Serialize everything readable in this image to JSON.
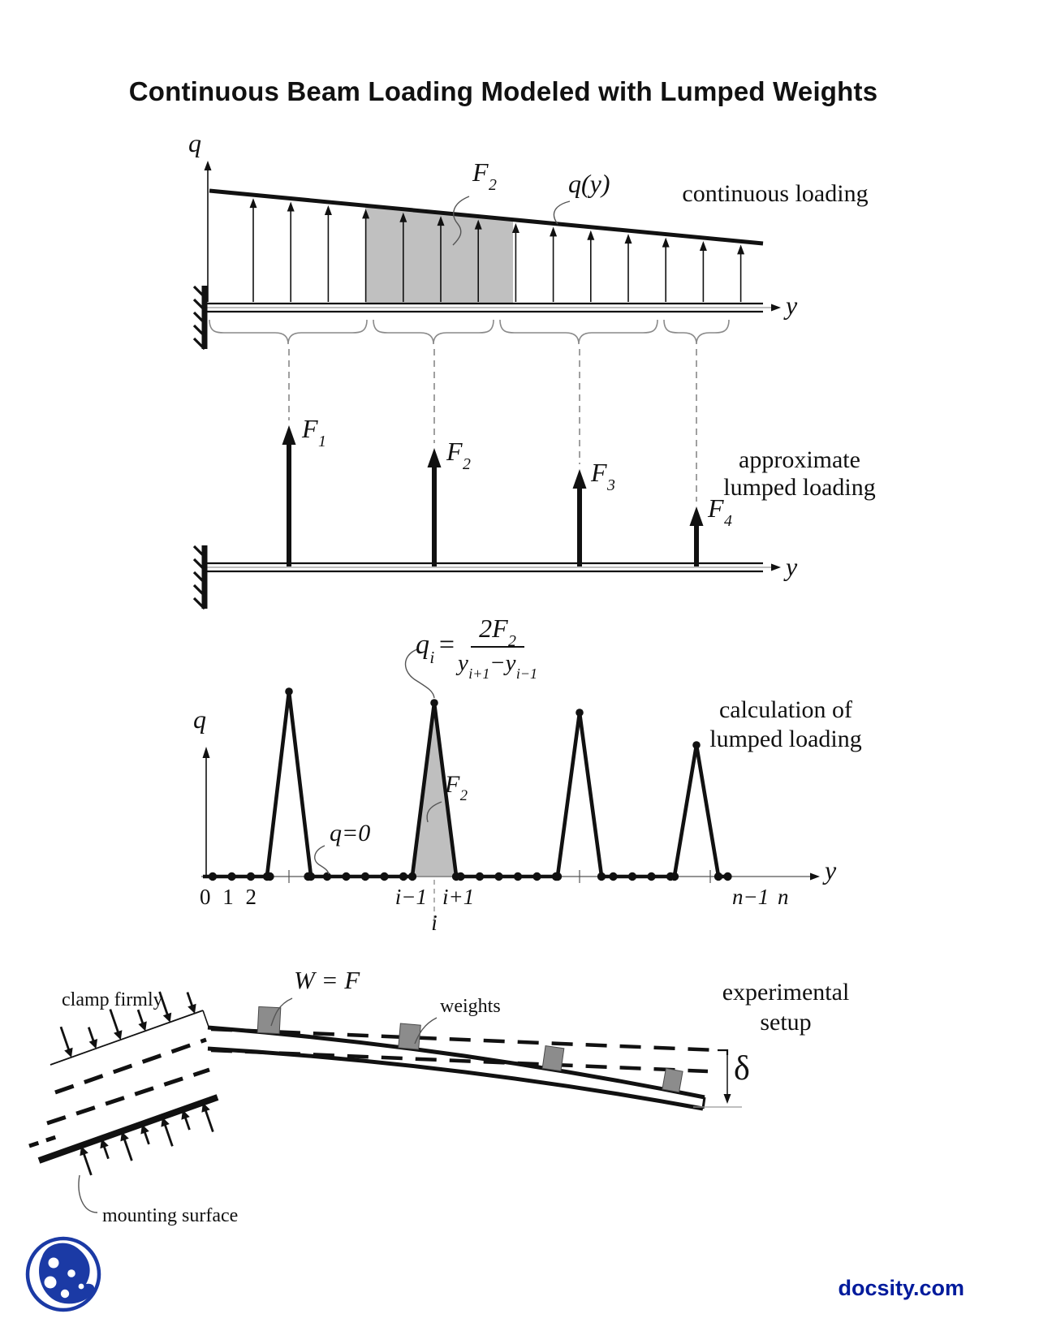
{
  "page": {
    "title": "Continuous Beam Loading Modeled with Lumped Weights",
    "brand": "docsity.com"
  },
  "colors": {
    "shade_gray": "#c0c0c0",
    "brand_blue": "#001b9c",
    "logo_blue": "#1b3aa5",
    "weight_gray": "#8c8c8c"
  },
  "d1": {
    "caption": "continuous loading",
    "q_axis": "q",
    "y_axis": "y",
    "curve_label": "q(y)",
    "force": {
      "base": "F",
      "sub": "2"
    }
  },
  "d2": {
    "caption_line1": "approximate",
    "caption_line2": "lumped loading",
    "y_axis": "y",
    "forces": [
      {
        "base": "F",
        "sub": "1"
      },
      {
        "base": "F",
        "sub": "2"
      },
      {
        "base": "F",
        "sub": "3"
      },
      {
        "base": "F",
        "sub": "4"
      }
    ]
  },
  "d3": {
    "caption_line1": "calculation of",
    "caption_line2": "lumped loading",
    "q_axis": "q",
    "y_axis": "y",
    "zero_label": "q=0",
    "force": {
      "base": "F",
      "sub": "2"
    },
    "formula": {
      "lhs": "q",
      "lhs_sub": "i",
      "eq": "=",
      "num": "2F",
      "num_sub": "2",
      "den_a": "y",
      "den_a_sub": "i+1",
      "den_op": "−",
      "den_b": "y",
      "den_b_sub": "i−1"
    },
    "ticks": {
      "origin": "0 1 2",
      "im1": "i−1",
      "ip1": "i+1",
      "i": "i",
      "nm1": "n−1",
      "n": "n"
    }
  },
  "d4": {
    "caption_line1": "experimental",
    "caption_line2": "setup",
    "weight_formula": "W = F",
    "weights_label": "weights",
    "clamp_label": "clamp firmly",
    "mount_label": "mounting surface",
    "deflection": "δ"
  }
}
